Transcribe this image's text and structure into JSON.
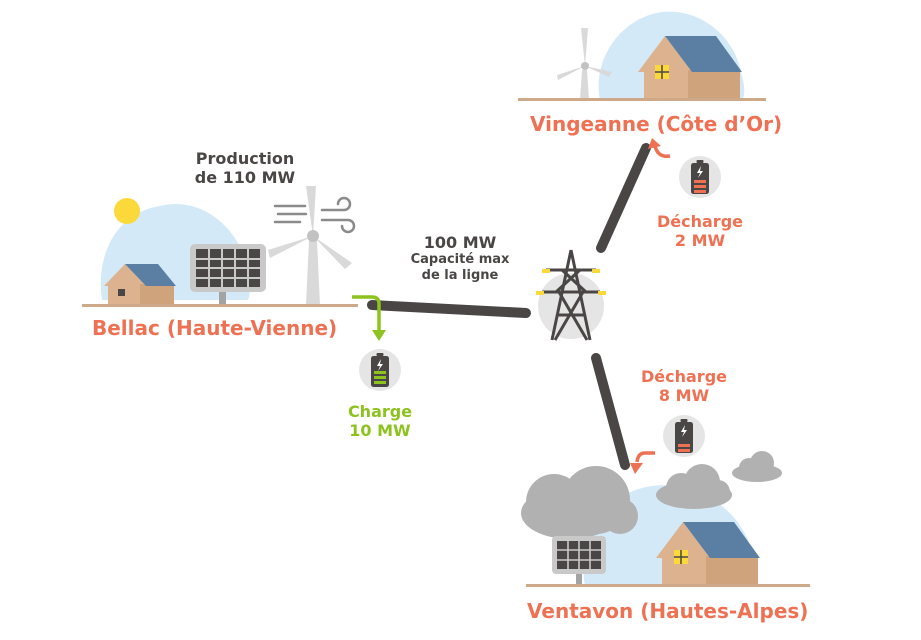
{
  "colors": {
    "location_text": "#ee7153",
    "dark_text": "#4a4646",
    "charge_green": "#8dc21f",
    "discharge_orange": "#ee7153",
    "power_line": "#4a4646",
    "sky_blue": "#d3e9f7",
    "house_wall": "#dcb38e",
    "house_roof": "#5a7fa3",
    "window_yellow": "#fbd93b",
    "cloud_gray": "#b1b1b1",
    "ground": "#cda98a"
  },
  "locations": {
    "bellac": "Bellac (Haute-Vienne)",
    "vingeanne": "Vingeanne (Côte d’Or)",
    "ventavon": "Ventavon (Hautes-Alpes)"
  },
  "production": {
    "line1": "Production",
    "line2": "de 110 MW"
  },
  "line_capacity": {
    "value": "100 MW",
    "line1": "Capacité max",
    "line2": "de la ligne"
  },
  "charge": {
    "label": "Charge",
    "value": "10 MW"
  },
  "discharge_vingeanne": {
    "label": "Décharge",
    "value": "2 MW"
  },
  "discharge_ventavon": {
    "label": "Décharge",
    "value": "8 MW"
  },
  "icons": [
    "sun-icon",
    "house-icon",
    "solar-panel-icon",
    "wind-turbine-icon",
    "wind-gust-icon",
    "pylon-icon",
    "battery-icon",
    "cloud-icon",
    "arrow-icon"
  ]
}
